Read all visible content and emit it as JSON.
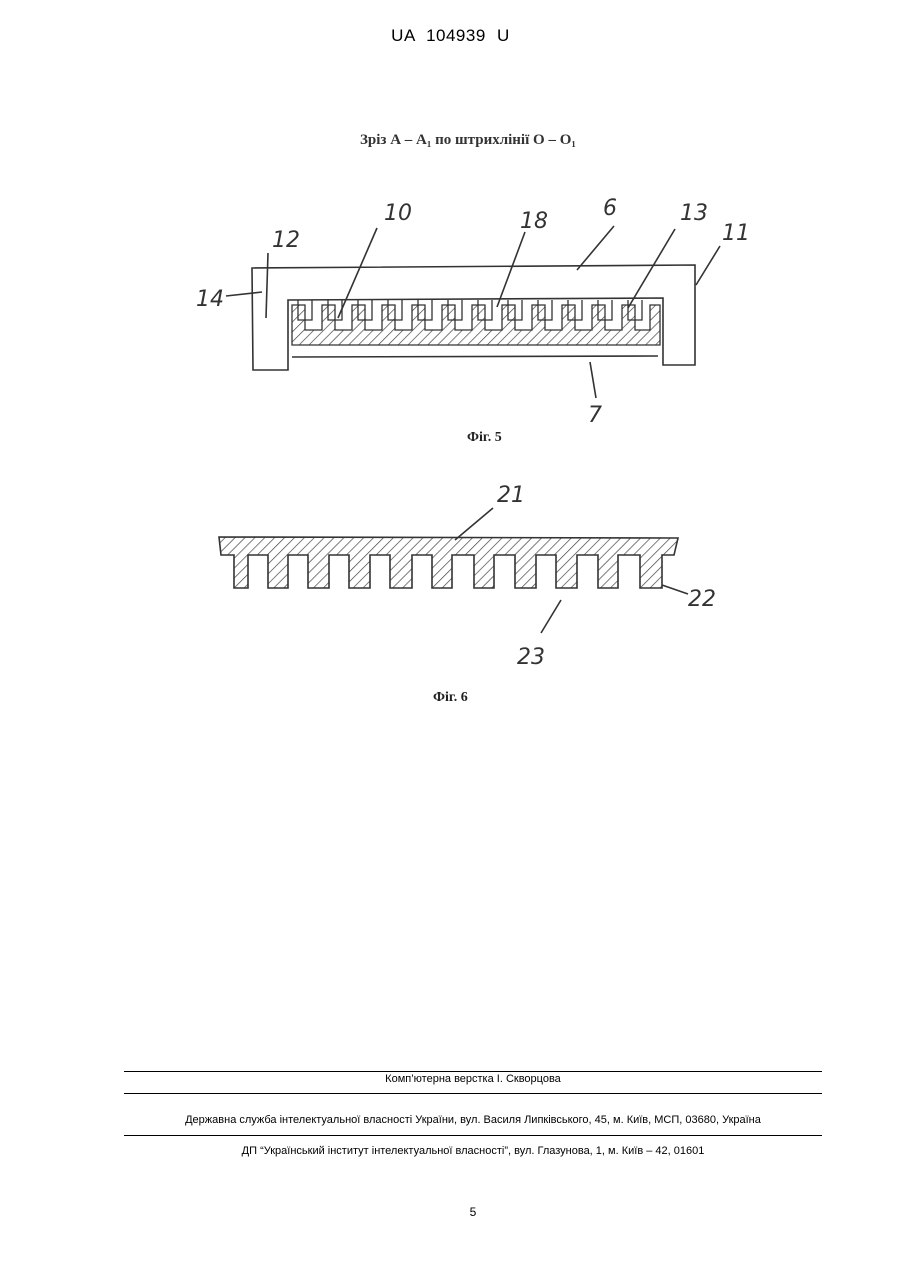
{
  "header": {
    "doc_number": "UA   104939   U"
  },
  "section_title": "Зріз А – А₁ по штрихлінії О – О₁",
  "figures": [
    {
      "caption": "Фіг. 5",
      "labels": [
        "14",
        "12",
        "10",
        "18",
        "6",
        "13",
        "11",
        "7"
      ]
    },
    {
      "caption": "Фіг. 6",
      "labels": [
        "21",
        "22",
        "23"
      ]
    }
  ],
  "footer": {
    "layout_credit": "Комп’ютерна верстка І. Скворцова",
    "agency": "Державна служба інтелектуальної власності України, вул. Василя Липківського, 45, м. Київ, МСП, 03680, Україна",
    "institute": "ДП “Український інститут інтелектуальної власності”, вул. Глазунова, 1, м. Київ – 42, 01601"
  },
  "page_number": "5"
}
